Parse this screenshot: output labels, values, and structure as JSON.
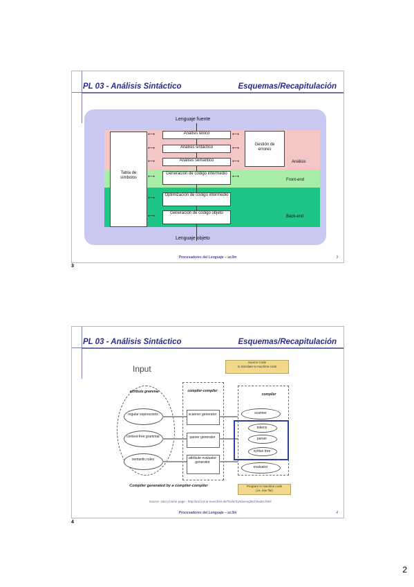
{
  "page_number": "2",
  "slides": [
    {
      "label": "3",
      "title_left": "PL 03 - Análisis Sintáctico",
      "title_right": "Esquemas/Recapitulación",
      "footer": "Procesadores del Lenguaje – uc3m",
      "slide_num": "3",
      "diagram": {
        "input": "Lenguaje fuente",
        "output": "Lenguaje objeto",
        "symbol_table": "Tabla de símbolos",
        "error_mgmt": "Gestión de errores",
        "phases": [
          "Análisis léxico",
          "Análisis sintáctico",
          "Análisis semántico",
          "Generación de código intermedio",
          "Optimización de código intermedio",
          "Generación de código objeto"
        ],
        "band_labels": [
          "Análisis",
          "Front-end",
          "Back-end"
        ]
      }
    },
    {
      "label": "4",
      "title_left": "PL 03 - Análisis Sintáctico",
      "title_right": "Esquemas/Recapitulación",
      "footer": "Procesadores del Lenguaje – uc3m",
      "slide_num": "4",
      "diagram": {
        "input_heading": "Input",
        "source_code": "Source Code\nto translate to machine code",
        "attribute_grammar": "attribute grammar",
        "regex": "regular expressions",
        "cf_grammar": "context-free grammar",
        "sem_rules": "semantic rules",
        "cc_title": "compiler-compiler",
        "scanner_gen": "scanner generator",
        "parser_gen": "parser generator",
        "attr_eval_gen": "attribute evaluator generator",
        "compiler_title": "compiler",
        "scanner": "scanner",
        "tokens": "tokens",
        "parser": "parser",
        "syntax_tree": "syntax tree",
        "evaluator": "evaluator",
        "output_box": "Program in machine code\n(i.e. exe file)",
        "caption": "Compiler generated by a compiler-compiler",
        "source": "Source: Jacco home page - http://in2.in3.tu-munchen.de/Tools/Syntaxenglisch/index.html"
      }
    }
  ],
  "colors": {
    "title": "#2a2a8c",
    "analysis_band": "#f5c6c6",
    "frontend_band": "#a8eea8",
    "backend_band": "#1fc487",
    "lavender": "#c8c8f0",
    "highlight_box": "#2e3f9e",
    "yellow_box": "#f2d98a"
  }
}
